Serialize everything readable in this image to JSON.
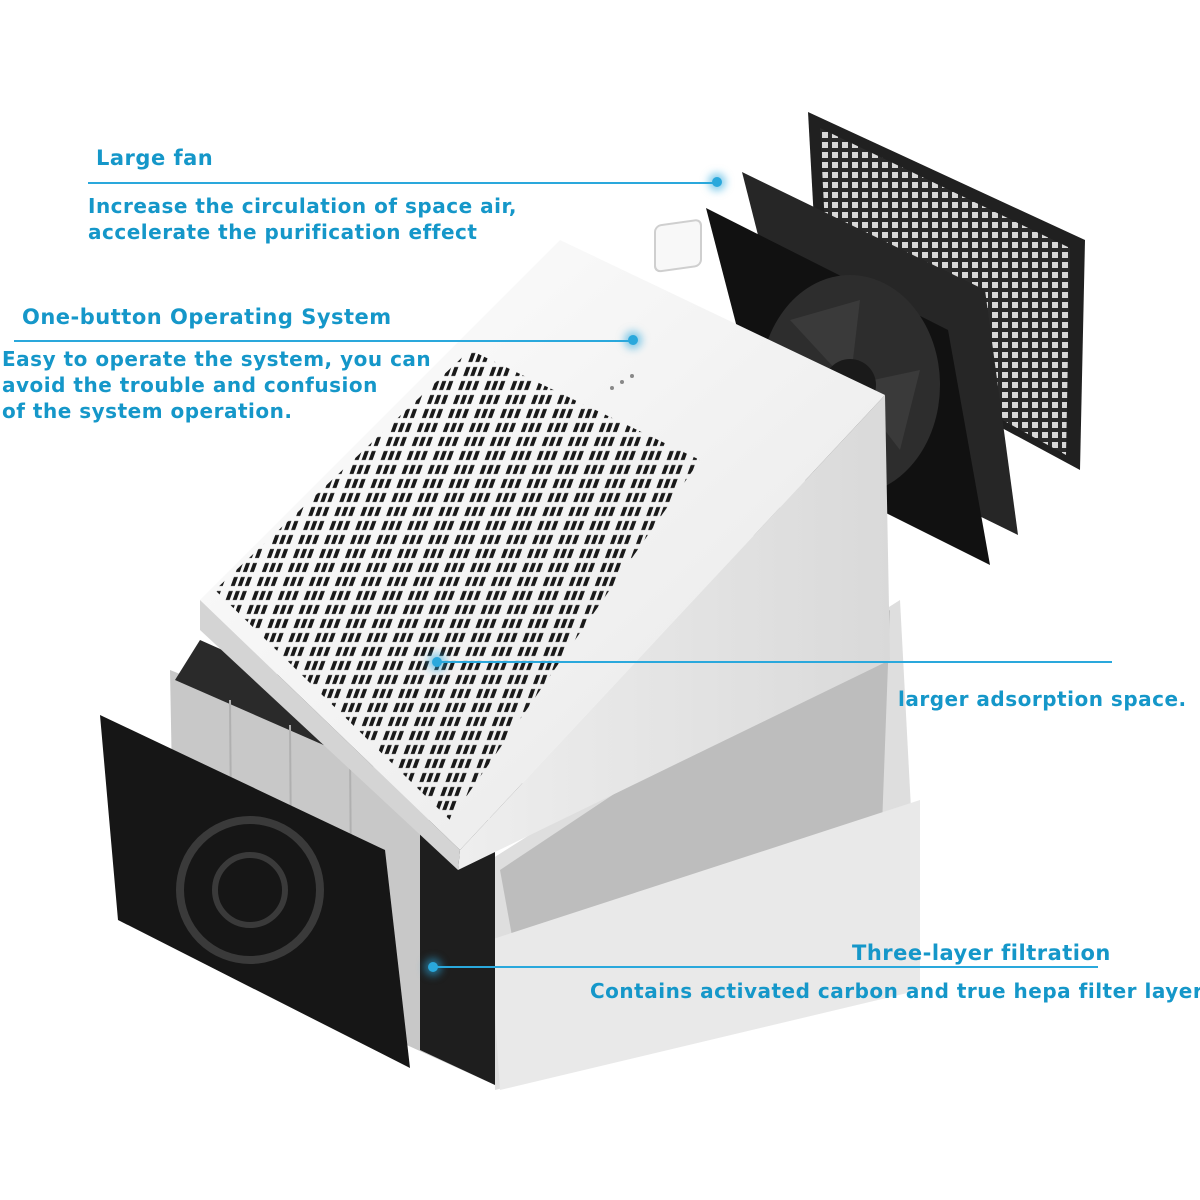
{
  "annotations": {
    "large_fan": {
      "title": "Large fan",
      "desc_line1": "Increase the circulation of space air,",
      "desc_line2": "accelerate the purification effect"
    },
    "one_button": {
      "title": "One-button Operating System",
      "desc_line1": "Easy to operate the system, you can",
      "desc_line2": "avoid the trouble and confusion",
      "desc_line3": "of the system operation."
    },
    "adsorption": {
      "title": "larger adsorption space."
    },
    "filtration": {
      "title": "Three-layer filtration",
      "desc_line1": "Contains activated carbon and true hepa filter layer"
    }
  },
  "colors": {
    "accent": "#1597c9",
    "body_white": "#f2f2f2",
    "panel_black": "#1e1e1e"
  }
}
